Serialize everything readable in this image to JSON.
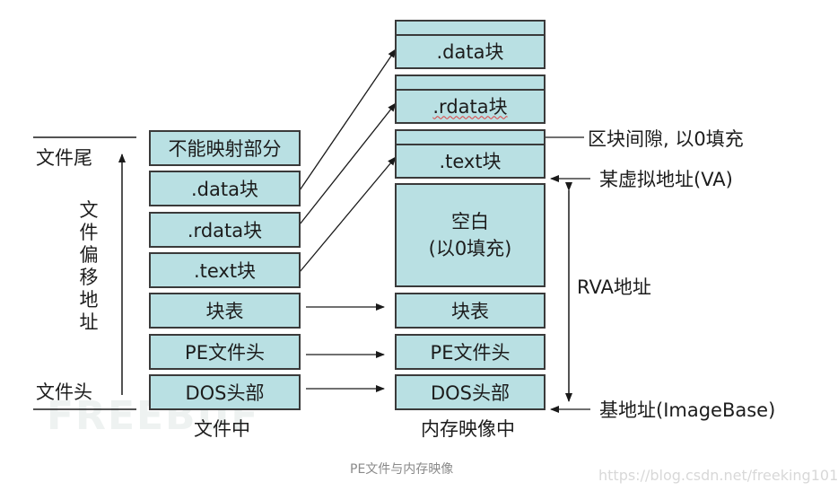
{
  "left_axis": {
    "top_label": "文件尾",
    "bottom_label": "文件头",
    "vertical_label": "文件偏移地址"
  },
  "file_column": {
    "caption": "文件中",
    "blocks": [
      {
        "label": "不能映射部分"
      },
      {
        "label": ".data块"
      },
      {
        "label": ".rdata块"
      },
      {
        "label": ".text块"
      },
      {
        "label": "块表"
      },
      {
        "label": "PE文件头"
      },
      {
        "label": "DOS头部"
      }
    ]
  },
  "memory_column": {
    "caption": "内存映像中",
    "blocks": [
      {
        "label": ".data块"
      },
      {
        "label": ".rdata块"
      },
      {
        "label": ".text块"
      },
      {
        "label": "空白",
        "sublabel": "(以0填充)"
      },
      {
        "label": "块表"
      },
      {
        "label": "PE文件头"
      },
      {
        "label": "DOS头部"
      }
    ]
  },
  "annotations": {
    "section_gap": "区块间隙, 以0填充",
    "virtual_address": "某虚拟地址(VA)",
    "rva": "RVA地址",
    "image_base": "基地址(ImageBase)"
  },
  "figure_caption": "PE文件与内存映像",
  "watermark_url": "https://blog.csdn.net/freeking101",
  "watermark_logo": "FREEBUF",
  "colors": {
    "block_fill": "#b9e0e3",
    "block_border": "#3a3a3a",
    "line": "#1a1a1a"
  }
}
